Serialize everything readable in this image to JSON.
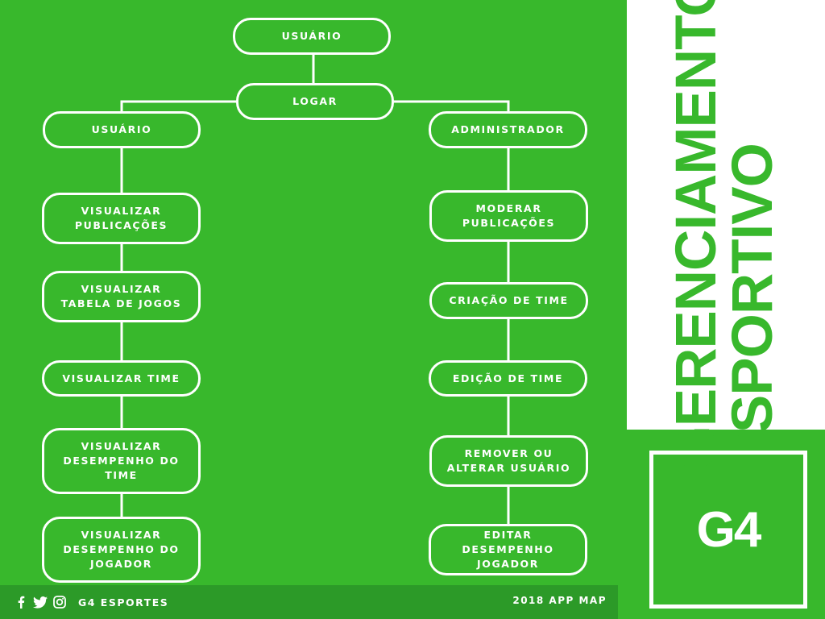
{
  "diagram": {
    "root": "USUÁRIO",
    "login": "LOGAR",
    "user_branch": {
      "label": "USUÁRIO",
      "items": [
        "VISUALIZAR PUBLICAÇÕES",
        "VISUALIZAR TABELA DE JOGOS",
        "VISUALIZAR TIME",
        "VISUALIZAR DESEMPENHO DO TIME",
        "VISUALIZAR DESEMPENHO DO JOGADOR"
      ]
    },
    "admin_branch": {
      "label": "ADMINISTRADOR",
      "items": [
        "MODERAR PUBLICAÇÕES",
        "CRIAÇÃO DE TIME",
        "EDIÇÃO DE TIME",
        "REMOVER OU ALTERAR USUÁRIO",
        "EDITAR DESEMPENHO JOGADOR"
      ]
    }
  },
  "sidebar": {
    "title_line1": "GERENCIAMENTO",
    "title_line2": "ESPORTIVO",
    "logo": "G4"
  },
  "footer": {
    "brand": "G4 ESPORTES",
    "right_text": "2018 APP MAP",
    "social_icons": [
      "facebook-icon",
      "twitter-icon",
      "instagram-icon"
    ]
  },
  "colors": {
    "background": "#38b82c",
    "footer": "#2c9a28",
    "panel": "#ffffff",
    "accent": "#38b82c"
  }
}
